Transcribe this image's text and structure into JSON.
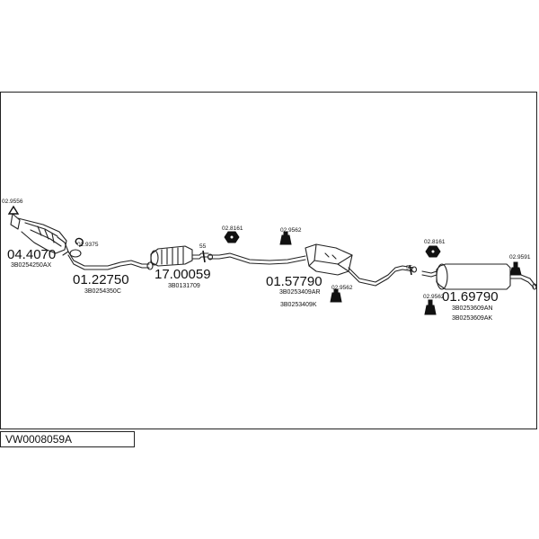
{
  "diagram": {
    "code": "VW0008059A",
    "parts": [
      {
        "id": "p1",
        "number": "04.4070",
        "oem": [
          "3B0254250AX"
        ]
      },
      {
        "id": "p2",
        "number": "01.22750",
        "oem": [
          "3B0254350C"
        ]
      },
      {
        "id": "p3",
        "number": "17.00059",
        "oem": [
          "3B0131709"
        ]
      },
      {
        "id": "p4",
        "number": "01.57790",
        "oem": [
          "3B0253409AR",
          "3B0253409K"
        ]
      },
      {
        "id": "p5",
        "number": "01.69790",
        "oem": [
          "3B0253609AN",
          "3B0253609AK"
        ]
      }
    ],
    "fittings": [
      {
        "id": "f1",
        "number": "02.9556"
      },
      {
        "id": "f2",
        "number": "02.9375"
      },
      {
        "id": "f3",
        "number": "02.8161"
      },
      {
        "id": "f4",
        "number": "02.9562"
      },
      {
        "id": "f5",
        "number": "02.9562"
      },
      {
        "id": "f6",
        "number": "02.8161"
      },
      {
        "id": "f7",
        "number": "02.9591"
      },
      {
        "id": "f8",
        "number": "02.9562"
      }
    ],
    "clamps": [
      {
        "id": "c1",
        "label": "55"
      },
      {
        "id": "c2",
        "label": "55"
      }
    ]
  }
}
